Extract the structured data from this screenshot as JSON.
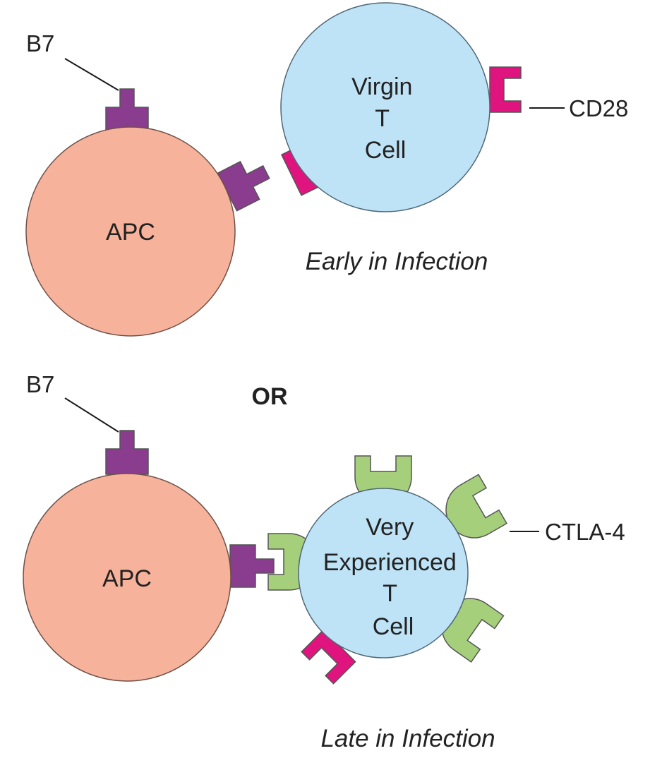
{
  "colors": {
    "apc": "#f6b29b",
    "t_cell": "#bfe3f6",
    "b7": "#8a3c8f",
    "cd28": "#e0147f",
    "ctla4": "#a6cf7b"
  },
  "top": {
    "b7_label": "B7",
    "cd28_label": "CD28",
    "apc_label": "APC",
    "t_cell_lines": [
      "Virgin",
      "T",
      "Cell"
    ],
    "caption": "Early in Infection"
  },
  "separator": "OR",
  "bottom": {
    "b7_label": "B7",
    "ctla4_label": "CTLA-4",
    "apc_label": "APC",
    "t_cell_lines": [
      "Very",
      "Experienced",
      "T",
      "Cell"
    ],
    "caption": "Late in Infection"
  }
}
